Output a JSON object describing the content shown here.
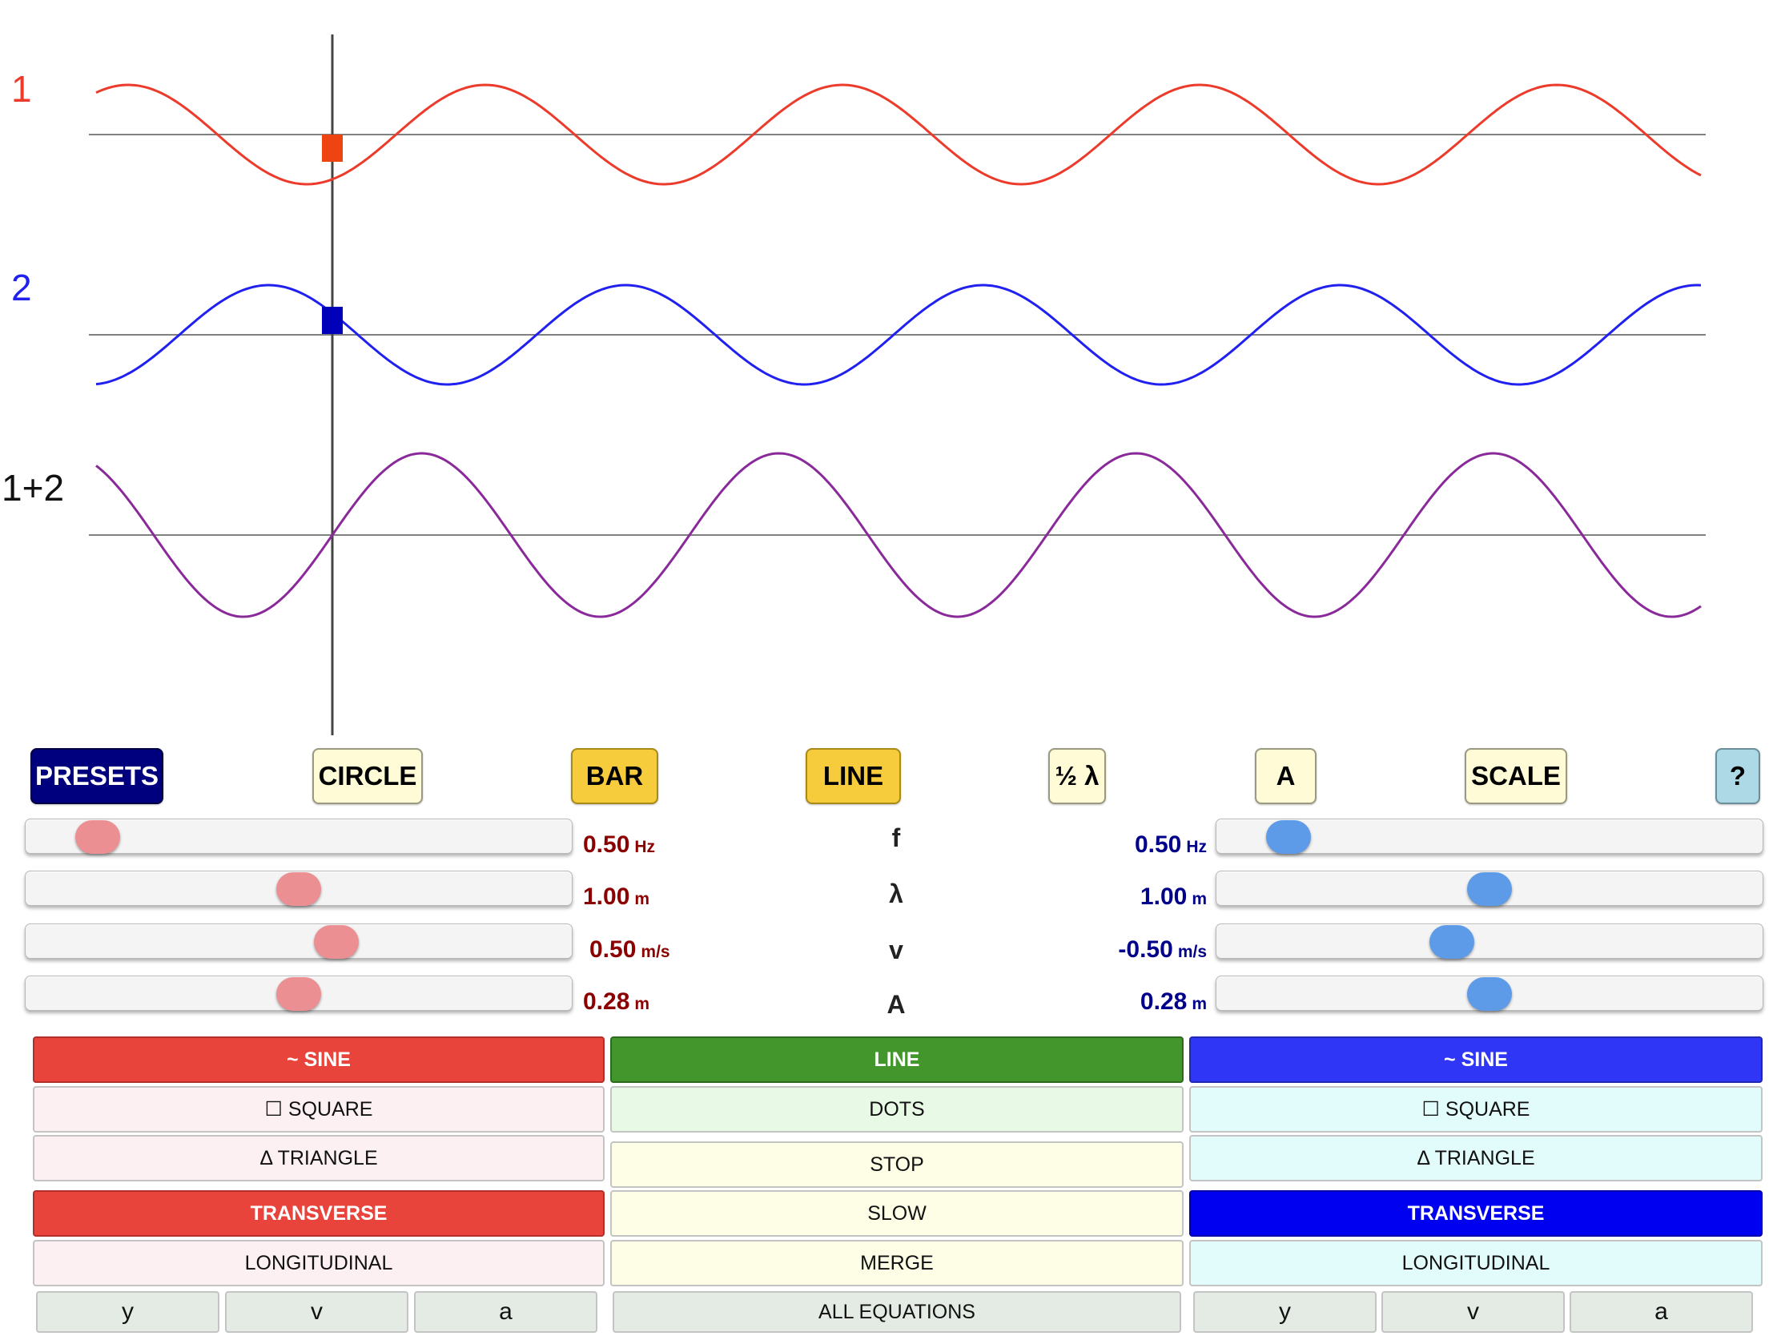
{
  "wave_labels": {
    "w1": "1",
    "w2": "2",
    "sum": "1+2"
  },
  "colors": {
    "wave1": "#ec3b2b",
    "wave2": "#2020f0",
    "sum": "#8a2a9a",
    "marker1": "#ee4411",
    "marker2": "#0000bb"
  },
  "toolbar": {
    "presets": "PRESETS",
    "circle": "CIRCLE",
    "bar": "BAR",
    "line": "LINE",
    "half_lambda": "½ λ",
    "amp": "A",
    "scale": "SCALE",
    "help": "?"
  },
  "params": {
    "symbols": [
      "f",
      "λ",
      "v",
      "A"
    ],
    "wave1": [
      {
        "value": "0.50",
        "unit": "Hz"
      },
      {
        "value": "1.00",
        "unit": "m"
      },
      {
        "value": "0.50",
        "unit": "m/s"
      },
      {
        "value": "0.28",
        "unit": "m"
      }
    ],
    "wave2": [
      {
        "value": "0.50",
        "unit": "Hz"
      },
      {
        "value": "1.00",
        "unit": "m"
      },
      {
        "value": "-0.50",
        "unit": "m/s"
      },
      {
        "value": "0.28",
        "unit": "m"
      }
    ]
  },
  "left_panel": {
    "sine": "~ SINE",
    "square": "☐ SQUARE",
    "triangle": "Δ TRIANGLE",
    "transverse": "TRANSVERSE",
    "longitudinal": "LONGITUDINAL",
    "y": "y",
    "v": "v",
    "a": "a"
  },
  "center_panel": {
    "line": "LINE",
    "dots": "DOTS",
    "stop": "STOP",
    "slow": "SLOW",
    "merge": "MERGE",
    "all_equations": "ALL EQUATIONS"
  },
  "right_panel": {
    "sine": "~ SINE",
    "square": "☐ SQUARE",
    "triangle": "Δ TRIANGLE",
    "transverse": "TRANSVERSE",
    "longitudinal": "LONGITUDINAL",
    "y": "y",
    "v": "v",
    "a": "a"
  }
}
